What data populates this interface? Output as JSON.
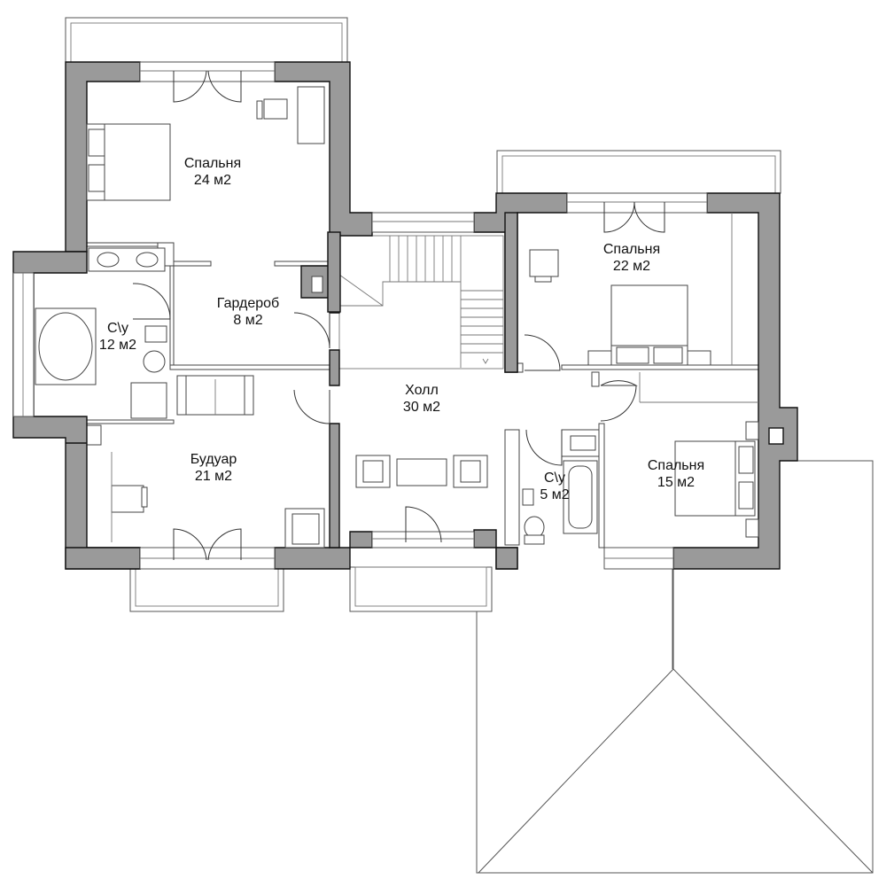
{
  "rooms": [
    {
      "name": "Спальня",
      "area": "24 м2"
    },
    {
      "name": "Гардероб",
      "area": "8 м2"
    },
    {
      "name": "С\\у",
      "area": "12 м2"
    },
    {
      "name": "Будуар",
      "area": "21 м2"
    },
    {
      "name": "Холл",
      "area": "30 м2"
    },
    {
      "name": "Спальня",
      "area": "22 м2"
    },
    {
      "name": "С\\у",
      "area": "5 м2"
    },
    {
      "name": "Спальня",
      "area": "15 м2"
    }
  ],
  "colors": {
    "wall": "#9a9a9a",
    "line": "#111111",
    "background": "#ffffff"
  }
}
